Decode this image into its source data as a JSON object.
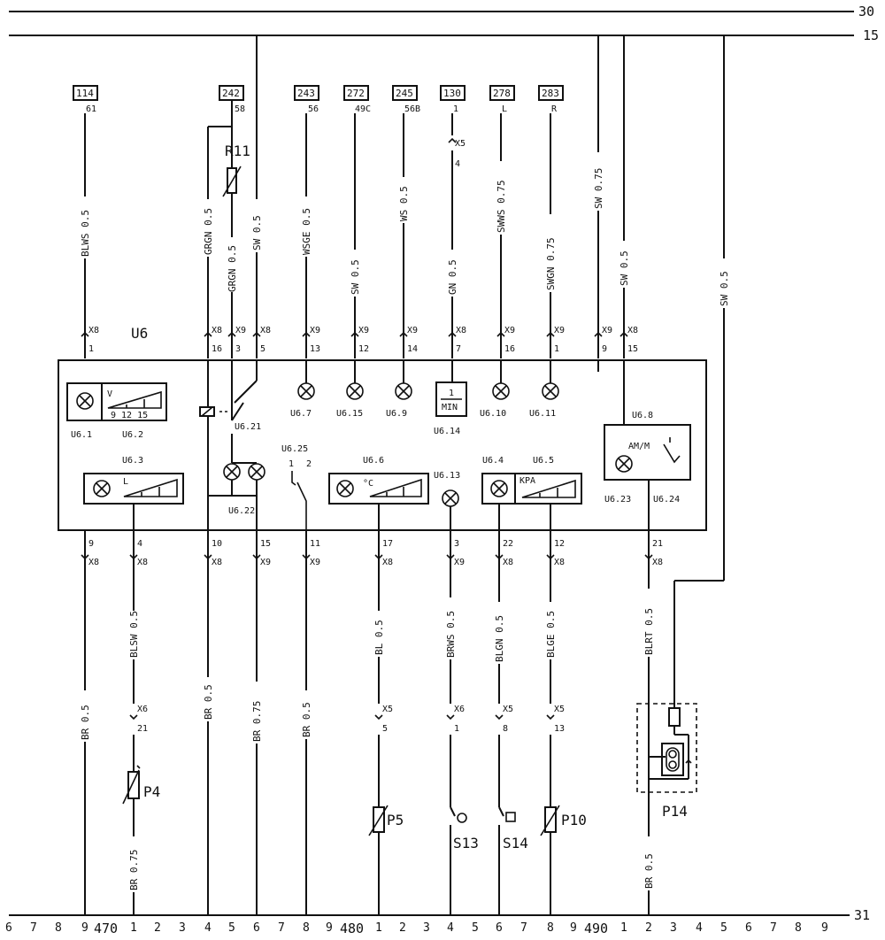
{
  "rails": {
    "top30": "30",
    "top15": "15",
    "bottom31": "31"
  },
  "module": {
    "label": "U6"
  },
  "refs": [
    {
      "num": "114",
      "pin": "61"
    },
    {
      "num": "242",
      "pin": "58"
    },
    {
      "num": "243",
      "pin": "56"
    },
    {
      "num": "272",
      "pin": "49C"
    },
    {
      "num": "245",
      "pin": "56B"
    },
    {
      "num": "130",
      "pin": "1"
    },
    {
      "num": "278",
      "pin": "L"
    },
    {
      "num": "283",
      "pin": "R"
    }
  ],
  "wires_top": {
    "w114": "BLWS 0.5",
    "w242": "GRGN 0.5",
    "r11": "GRGN 0.5",
    "sw_u6": "SW 0.5",
    "w243": "WSGE 0.5",
    "w272": "SW 0.5",
    "w245": "WS 0.5",
    "w130": "GN 0.5",
    "w278": "SWWS 0.75",
    "w283": "SWGN 0.75",
    "sw_a": "SW 0.75",
    "sw_b": "SW 0.5",
    "sw_c": "SW 0.5"
  },
  "connectors_top": {
    "c114": "X8",
    "c242": "X8",
    "cr11": "X9",
    "csw": "X8",
    "c243": "X9",
    "c272": "X9",
    "c245": "X9",
    "c130": "X8",
    "c278": "X9",
    "c283": "X9",
    "cswa": "X9",
    "cswb": "X8",
    "x5": "X5",
    "x5pin": "4"
  },
  "pins_top": {
    "p114": "1",
    "p242": "16",
    "pr11": "3",
    "psw": "5",
    "p243": "13",
    "p272": "12",
    "p245": "14",
    "p130": "7",
    "p278": "16",
    "p283": "1",
    "pswa": "9",
    "pswb": "15"
  },
  "components": {
    "r11": "R11",
    "u6_1": "U6.1",
    "u6_2": "U6.2",
    "u6_2_v": "V",
    "u6_2_scale": "9 12 15",
    "u6_3": "U6.3",
    "u6_3_l": "L",
    "u6_7": "U6.7",
    "u6_15": "U6.15",
    "u6_9": "U6.9",
    "u6_14": "U6.14",
    "u6_14_top": "1",
    "u6_14_bot": "MIN",
    "u6_10": "U6.10",
    "u6_11": "U6.11",
    "u6_21": "U6.21",
    "u6_22": "U6.22",
    "u6_25": "U6.25",
    "u6_25_a": "1",
    "u6_25_b": "2",
    "u6_6": "U6.6",
    "u6_6_unit": "°C",
    "u6_13": "U6.13",
    "u6_4": "U6.4",
    "u6_5": "U6.5",
    "u6_5_unit": "KPA",
    "u6_8": "U6.8",
    "u6_8_inner": "AM/M",
    "u6_23": "U6.23",
    "u6_24": "U6.24",
    "p4": "P4",
    "p5": "P5",
    "s13": "S13",
    "s14": "S14",
    "p10": "P10",
    "p14": "P14"
  },
  "pins_bottom": {
    "b1": "9",
    "b2": "4",
    "b3": "10",
    "b4": "15",
    "b5": "11",
    "b6": "17",
    "b7": "3",
    "b8": "22",
    "b9": "12",
    "b10": "21"
  },
  "connectors_bottom": {
    "b1": "X8",
    "b2": "X8",
    "b3": "X8",
    "b4": "X9",
    "b5": "X9",
    "b6": "X8",
    "b7": "X9",
    "b8": "X8",
    "b9": "X8",
    "b10": "X8"
  },
  "wires_bottom": {
    "b1": "BR 0.5",
    "b2": "BLSW 0.5",
    "b2b": "BR 0.75",
    "b3": "BR 0.5",
    "b4": "BR 0.75",
    "b5": "BR 0.5",
    "b6": "BL 0.5",
    "b7": "BRWS 0.5",
    "b8": "BLGN 0.5",
    "b9": "BLGE 0.5",
    "b10": "BLRT 0.5",
    "b10b": "BR 0.5"
  },
  "connectors_lower": {
    "x6a": "X6",
    "x6a_pin": "21",
    "x5a": "X5",
    "x5a_pin": "5",
    "x6b": "X6",
    "x6b_pin": "1",
    "x5b": "X5",
    "x5b_pin": "8",
    "x5c": "X5",
    "x5c_pin": "13"
  },
  "ruler": {
    "ticks": [
      "6",
      "7",
      "8",
      "9",
      "1",
      "2",
      "3",
      "4",
      "5",
      "6",
      "7",
      "8",
      "9",
      "1",
      "2",
      "3",
      "4",
      "5",
      "6",
      "7",
      "8",
      "9",
      "1",
      "2",
      "3",
      "4",
      "5",
      "6",
      "7",
      "8",
      "9"
    ],
    "sections": [
      "470",
      "480",
      "490"
    ]
  }
}
